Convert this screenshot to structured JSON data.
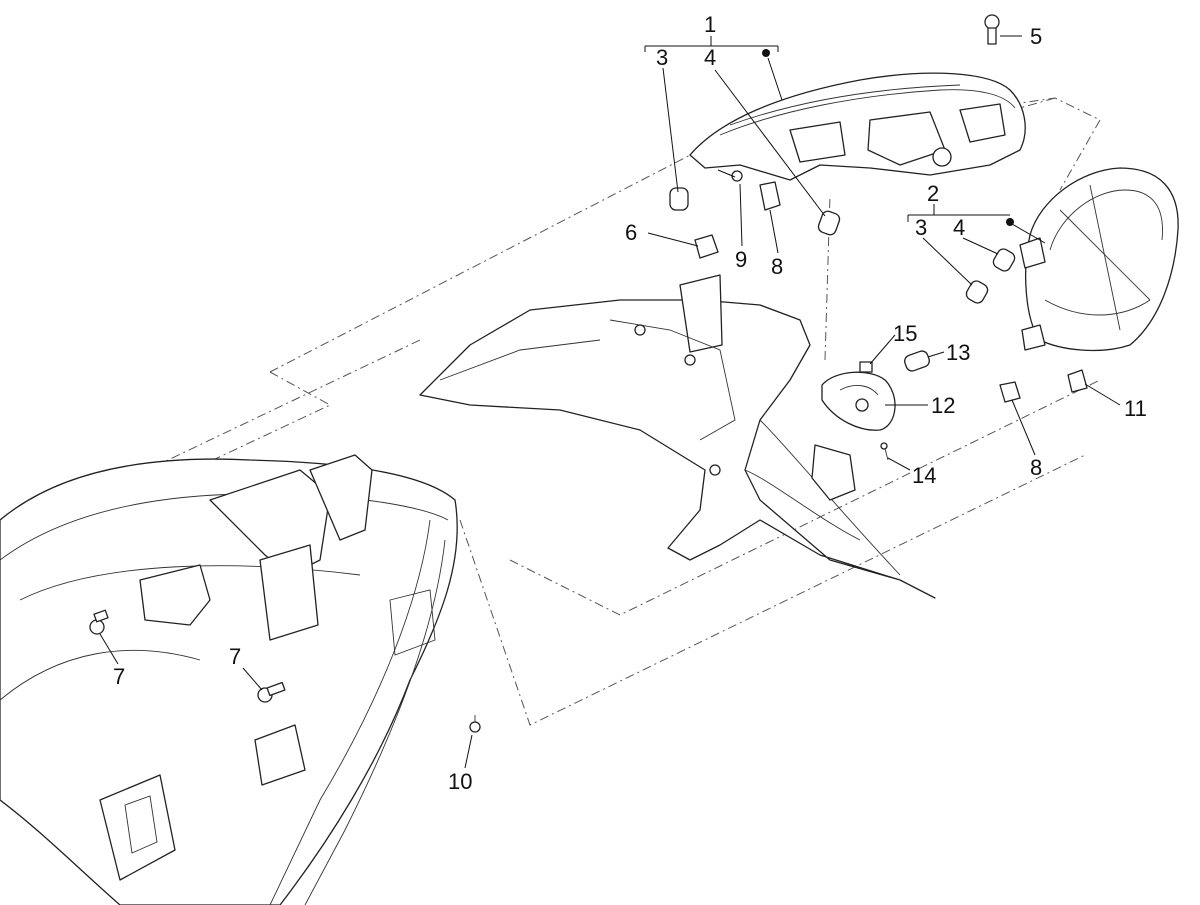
{
  "callouts": [
    {
      "id": "c1",
      "text": "1"
    },
    {
      "id": "c2",
      "text": "2"
    },
    {
      "id": "c3a",
      "text": "3"
    },
    {
      "id": "c4a",
      "text": "4"
    },
    {
      "id": "c3b",
      "text": "3"
    },
    {
      "id": "c4b",
      "text": "4"
    },
    {
      "id": "c5",
      "text": "5"
    },
    {
      "id": "c6",
      "text": "6"
    },
    {
      "id": "c7a",
      "text": "7"
    },
    {
      "id": "c7b",
      "text": "7"
    },
    {
      "id": "c8a",
      "text": "8"
    },
    {
      "id": "c8b",
      "text": "8"
    },
    {
      "id": "c9",
      "text": "9"
    },
    {
      "id": "c10",
      "text": "10"
    },
    {
      "id": "c11",
      "text": "11"
    },
    {
      "id": "c12",
      "text": "12"
    },
    {
      "id": "c13",
      "text": "13"
    },
    {
      "id": "c14",
      "text": "14"
    },
    {
      "id": "c15",
      "text": "15"
    }
  ]
}
